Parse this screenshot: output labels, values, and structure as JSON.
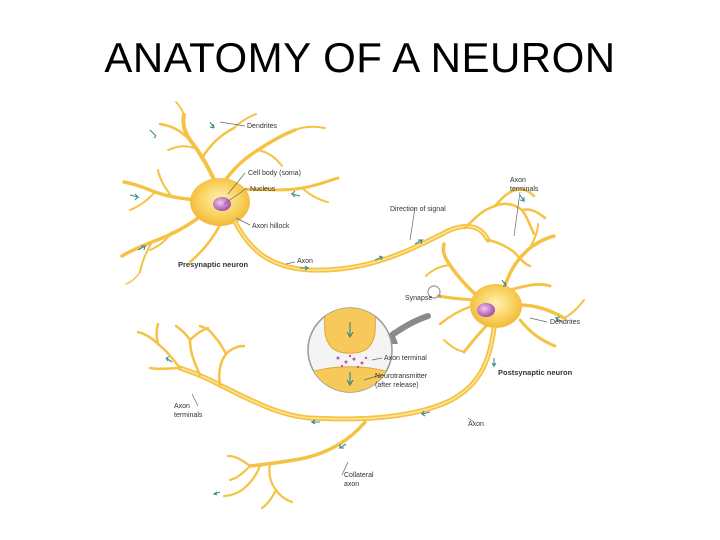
{
  "slide": {
    "title": "ANATOMY OF A NEURON"
  },
  "labels": {
    "dendrites_top": "Dendrites",
    "cell_body": "Cell body (soma)",
    "nucleus": "Nucleus",
    "axon_hillock": "Axon hillock",
    "presynaptic_neuron": "Presynaptic neuron",
    "axon_top": "Axon",
    "direction_of_signal": "Direction of signal",
    "axon_terminals_top_1": "Axon",
    "axon_terminals_top_2": "terminals",
    "synapse": "Synapse",
    "dendrites_right": "Dendrites",
    "axon_terminal": "Axon terminal",
    "postsynaptic_neuron": "Postsynaptic neuron",
    "neurotransmitter_1": "Neurotransmitter",
    "neurotransmitter_2": "(after release)",
    "axon_terminals_left_1": "Axon",
    "axon_terminals_left_2": "terminals",
    "axon_right": "Axon",
    "collateral_axon_1": "Collateral",
    "collateral_axon_2": "axon"
  },
  "colors": {
    "neuron_fill": "#f7c64a",
    "neuron_light": "#fde79a",
    "nucleus": "#c06fc0",
    "arrow": "#3b8a8a",
    "leader": "#666666",
    "inset_border": "#999999",
    "inset_bg": "#f4f4f4",
    "callout_arrow": "#8a8a8a"
  }
}
